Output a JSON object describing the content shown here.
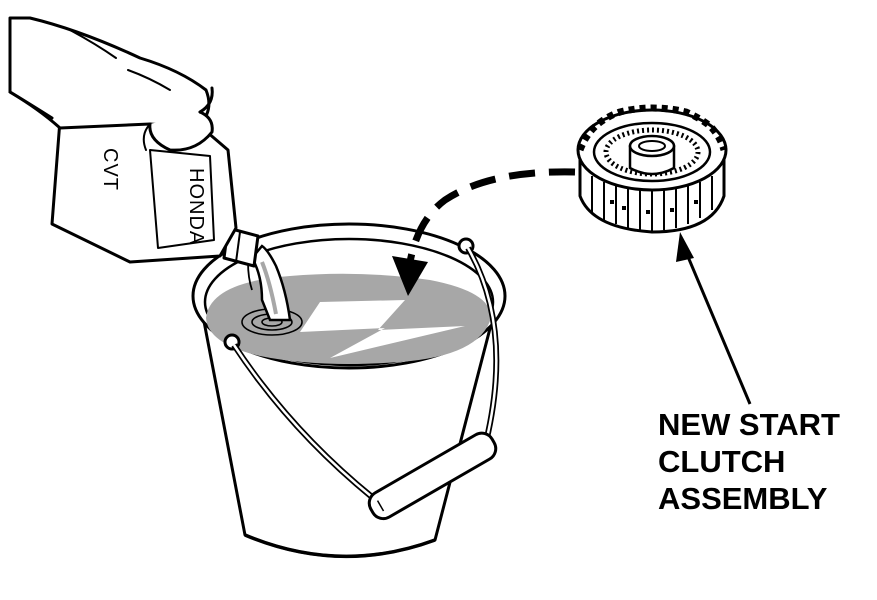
{
  "figure": {
    "callout_lines": [
      "NEW START",
      "CLUTCH",
      "ASSEMBLY"
    ],
    "bottle_brand": "HONDA",
    "bottle_product": "CVT"
  },
  "colors": {
    "ink": "#000000",
    "paper": "#ffffff",
    "fluid": "#a7a7a7",
    "shadow": "#d8d8d8"
  }
}
